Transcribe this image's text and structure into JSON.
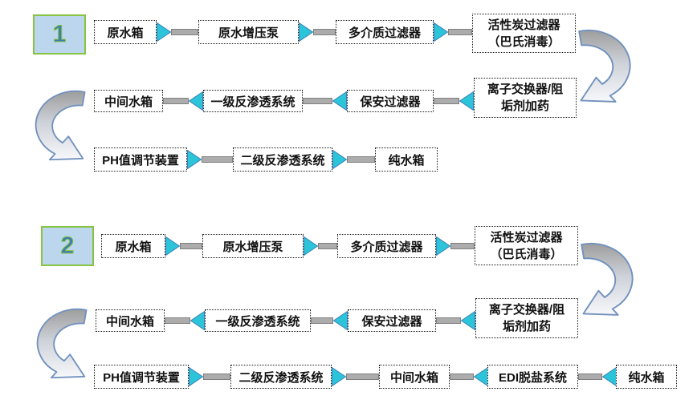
{
  "colors": {
    "arrow_cyan": "#2BC4D9",
    "arrow_outline": "#3E7FB8",
    "bar_gray": "#ACACAC",
    "badge_bg": "#BCD6EE",
    "badge_border": "#86C441",
    "badge_text": "#3E7EB2",
    "curve_outline": "#7191BE",
    "curve_dark": "#9D9D9D",
    "curve_light": "#F7F8FB"
  },
  "flows": [
    {
      "number": "1",
      "nodes": {
        "raw_tank": "原水箱",
        "booster_pump": "原水增压泵",
        "media_filter": "多介质过滤器",
        "carbon_filter_l1": "活性炭过滤器",
        "carbon_filter_l2": "（巴氏消毒）",
        "ion_exchanger_l1": "离子交换器/阻",
        "ion_exchanger_l2": "垢剂加药",
        "security_filter": "保安过滤器",
        "ro1": "一级反渗透系统",
        "mid_tank": "中间水箱",
        "ph_adjust": "PH值调节装置",
        "ro2": "二级反渗透系统",
        "pure_tank": "纯水箱"
      }
    },
    {
      "number": "2",
      "nodes": {
        "raw_tank": "原水箱",
        "booster_pump": "原水增压泵",
        "media_filter": "多介质过滤器",
        "carbon_filter_l1": "活性炭过滤器",
        "carbon_filter_l2": "（巴氏消毒）",
        "ion_exchanger_l1": "离子交换器/阻",
        "ion_exchanger_l2": "垢剂加药",
        "security_filter": "保安过滤器",
        "ro1": "一级反渗透系统",
        "mid_tank": "中间水箱",
        "ph_adjust": "PH值调节装置",
        "ro2": "二级反渗透系统",
        "mid_tank2": "中间水箱",
        "edi": "EDI脱盐系统",
        "pure_tank": "纯水箱"
      }
    }
  ]
}
